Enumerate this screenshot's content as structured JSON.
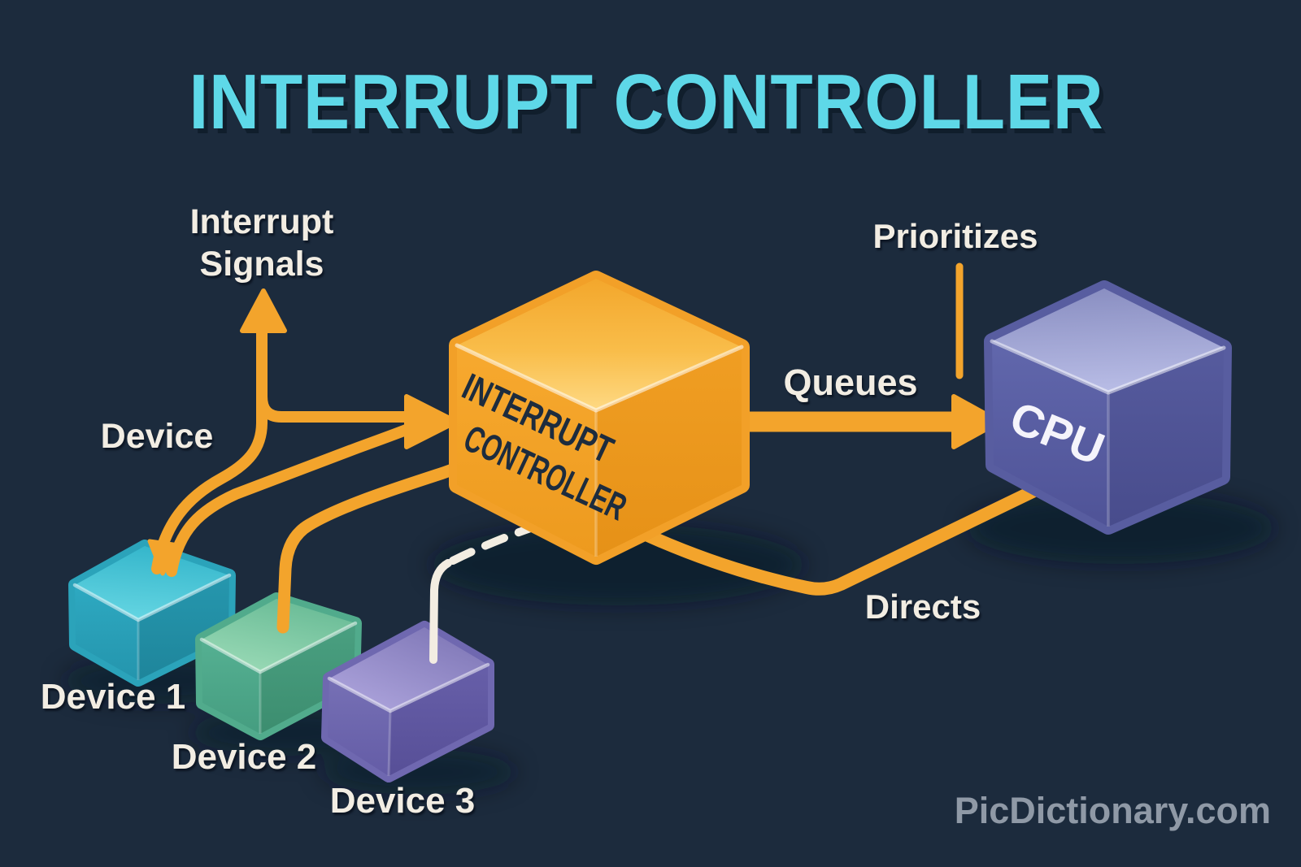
{
  "title": {
    "text": "INTERRUPT CONTROLLER",
    "color": "#5ed8e8"
  },
  "colors": {
    "background": "#1c2b3d",
    "arrow": "#f3a42c",
    "label": "#f2ede3",
    "dashed": "#f3ede2",
    "cube_text_dark": "#1d2c3e",
    "cpu_text": "#f5f4fb",
    "watermark": "#99a3af"
  },
  "annotations": {
    "interrupt_signals_line1": "Interrupt",
    "interrupt_signals_line2": "Signals",
    "device": "Device",
    "queues": "Queues",
    "prioritizes": "Prioritizes",
    "directs": "Directs"
  },
  "nodes": {
    "controller": {
      "label_line1": "INTERRUPT",
      "label_line2": "CONTROLLER",
      "face_color": "#f5a72c",
      "top_color": "#fbc455"
    },
    "cpu": {
      "label": "CPU",
      "face_color": "#5d62a8",
      "top_color": "#a3a8d8"
    },
    "devices": [
      {
        "label": "Device 1",
        "face_color": "#2ea9c0",
        "top_color": "#4ec9da"
      },
      {
        "label": "Device 2",
        "face_color": "#54ae8f",
        "top_color": "#86cda7"
      },
      {
        "label": "Device 3",
        "face_color": "#7470b4",
        "top_color": "#9d97cf"
      }
    ]
  },
  "watermark": "PicDictionary.com"
}
